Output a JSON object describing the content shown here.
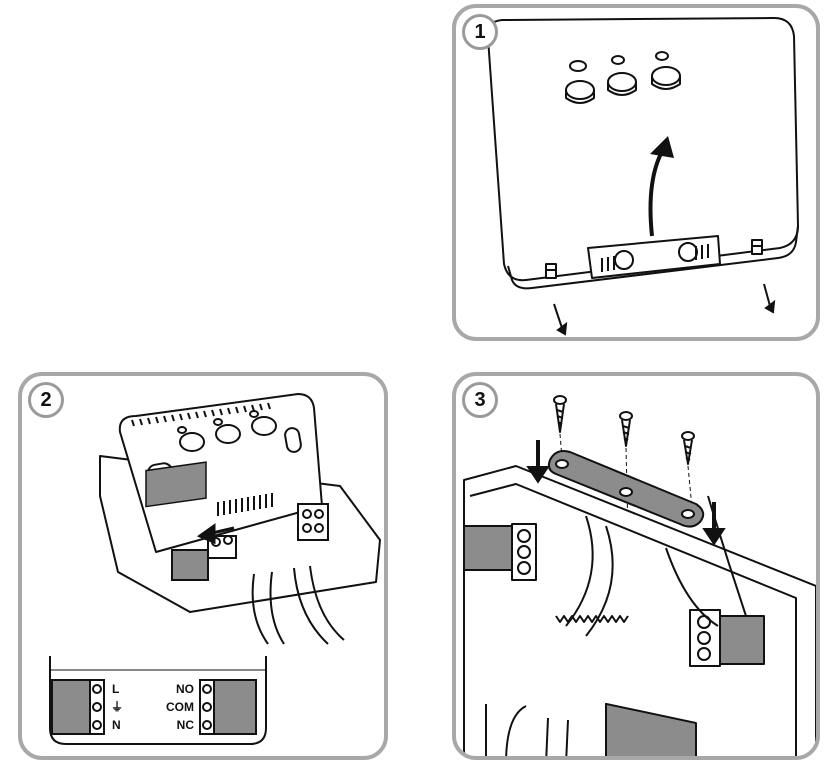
{
  "steps": [
    {
      "number": "1"
    },
    {
      "number": "2"
    },
    {
      "number": "3"
    }
  ],
  "terminals": {
    "left": [
      "L",
      "⏚",
      "N"
    ],
    "right": [
      "NO",
      "COM",
      "NC"
    ]
  },
  "colors": {
    "outline": "#111111",
    "panel_border": "#a8a8a8",
    "shade": "#8c8c8c",
    "light_shade": "#d9d9d9"
  }
}
